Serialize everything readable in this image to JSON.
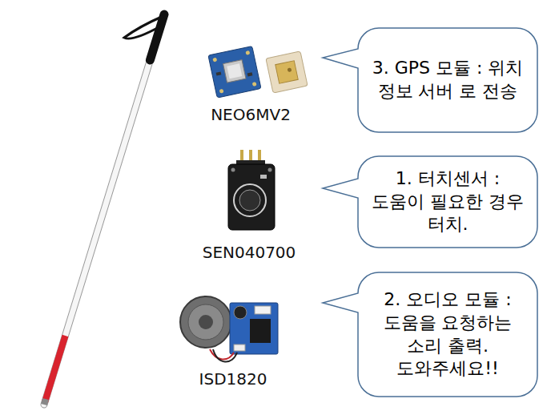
{
  "diagram": {
    "nodes": [
      {
        "text": [
          "3. GPS 모듈 : 위치 정보 서버 로 전송"
        ]
      },
      {
        "text": [
          "1. 터치센서 : 도움이 필요한 경우 터치."
        ]
      },
      {
        "text": [
          "2. 오디오 모듈 : 도움을 요청하는 소리 출력. 도와주세요!!"
        ]
      }
    ],
    "labels": [
      "NEO6MV2",
      "SEN040700",
      "ISD1820"
    ]
  }
}
